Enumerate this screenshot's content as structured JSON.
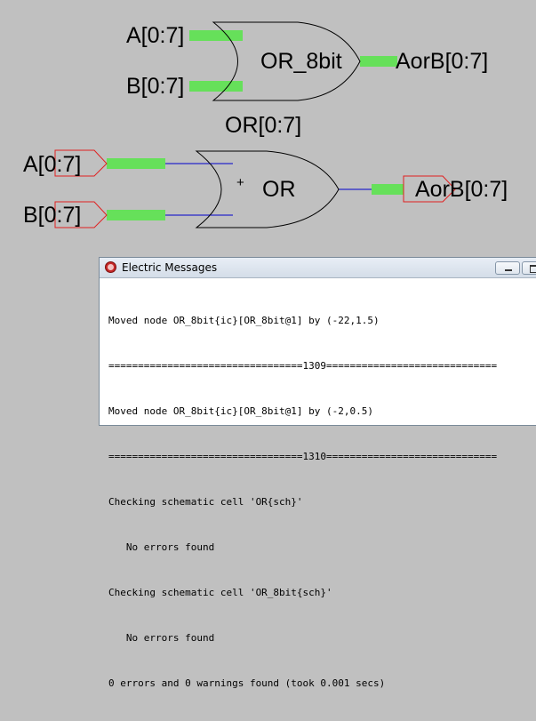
{
  "icon_schematic": {
    "input_a": "A[0:7]",
    "input_b": "B[0:7]",
    "gate_label": "OR_8bit",
    "output": "AorB[0:7]"
  },
  "schematic": {
    "title": "OR[0:7]",
    "input_a": "A[0:7]",
    "input_b": "B[0:7]",
    "gate_plus": "+",
    "gate_label": "OR",
    "output": "AorB[0:7]",
    "bus_color": "#66e05a",
    "wire_color": "#0000cc",
    "port_color": "#e02020"
  },
  "messages_window": {
    "title": "Electric Messages",
    "icon": "electric-app-icon",
    "lines": [
      "Moved node OR_8bit{ic}[OR_8bit@1] by (-22,1.5)",
      "=================================1309=============================",
      "Moved node OR_8bit{ic}[OR_8bit@1] by (-2,0.5)",
      "=================================1310=============================",
      "Checking schematic cell 'OR{sch}'",
      "   No errors found",
      "Checking schematic cell 'OR_8bit{sch}'",
      "   No errors found",
      "0 errors and 0 warnings found (took 0.001 secs)"
    ]
  }
}
